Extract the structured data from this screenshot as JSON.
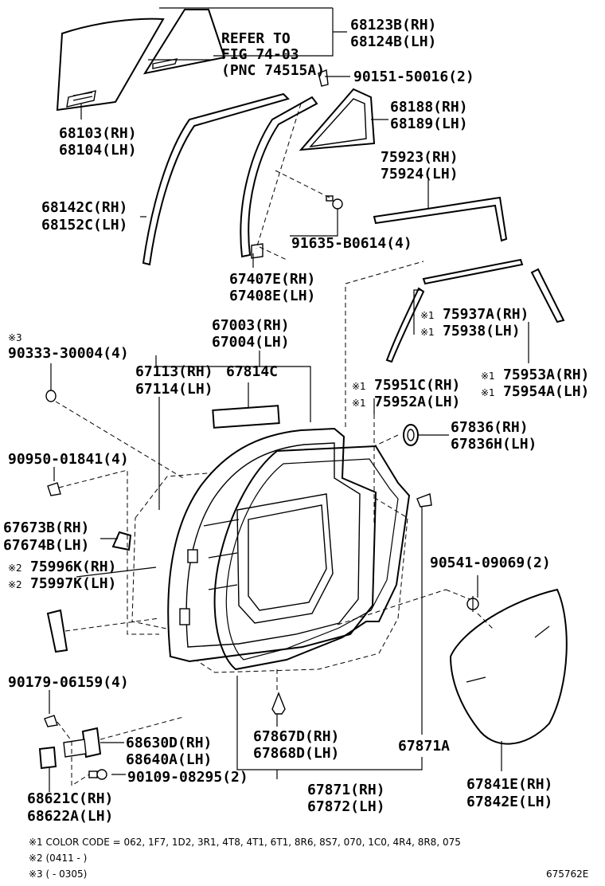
{
  "refer": {
    "line1": "REFER TO",
    "line2": "FIG 74-03",
    "line3": "(PNC 74515A)"
  },
  "labels": {
    "p68123": [
      "68123B(RH)",
      "68124B(LH)"
    ],
    "p90151": [
      "90151-50016(2)"
    ],
    "p68188": [
      "68188(RH)",
      "68189(LH)"
    ],
    "p68103": [
      "68103(RH)",
      "68104(LH)"
    ],
    "p75923": [
      "75923(RH)",
      "75924(LH)"
    ],
    "p68142": [
      "68142C(RH)",
      "68152C(LH)"
    ],
    "p91635": [
      "91635-B0614(4)"
    ],
    "p67407": [
      "67407E(RH)",
      "67408E(LH)"
    ],
    "p67003": [
      "67003(RH)",
      "67004(LH)"
    ],
    "p75937": [
      "75937A(RH)",
      "75938(LH)"
    ],
    "p90333": [
      "90333-30004(4)"
    ],
    "p67113": [
      "67113(RH)",
      "67114(LH)"
    ],
    "p67814": [
      "67814C"
    ],
    "p75953": [
      "75953A(RH)",
      "75954A(LH)"
    ],
    "p75951": [
      "75951C(RH)",
      "75952A(LH)"
    ],
    "p67836": [
      "67836(RH)",
      "67836H(LH)"
    ],
    "p90950": [
      "90950-01841(4)"
    ],
    "p67673": [
      "67673B(RH)",
      "67674B(LH)"
    ],
    "p75996": [
      "75996K(RH)",
      "75997K(LH)"
    ],
    "p90541": [
      "90541-09069(2)"
    ],
    "p90179": [
      "90179-06159(4)"
    ],
    "p68630": [
      "68630D(RH)",
      "68640A(LH)"
    ],
    "p67867": [
      "67867D(RH)",
      "67868D(LH)"
    ],
    "p67871A": [
      "67871A"
    ],
    "p90109": [
      "90109-08295(2)"
    ],
    "p68621": [
      "68621C(RH)",
      "68622A(LH)"
    ],
    "p67871": [
      "67871(RH)",
      "67872(LH)"
    ],
    "p67841": [
      "67841E(RH)",
      "67842E(LH)"
    ]
  },
  "marks": {
    "m1": "※1",
    "m2": "※2",
    "m3": "※3"
  },
  "notes": {
    "n1": "※1 COLOR CODE = 062, 1F7, 1D2, 3R1, 4T8, 4T1, 6T1, 8R6, 8S7, 070, 1C0, 4R4, 8R8, 075",
    "n2": "※2 (0411 -      )",
    "n3": "※3 (     - 0305)"
  },
  "figure_code": "675762E"
}
